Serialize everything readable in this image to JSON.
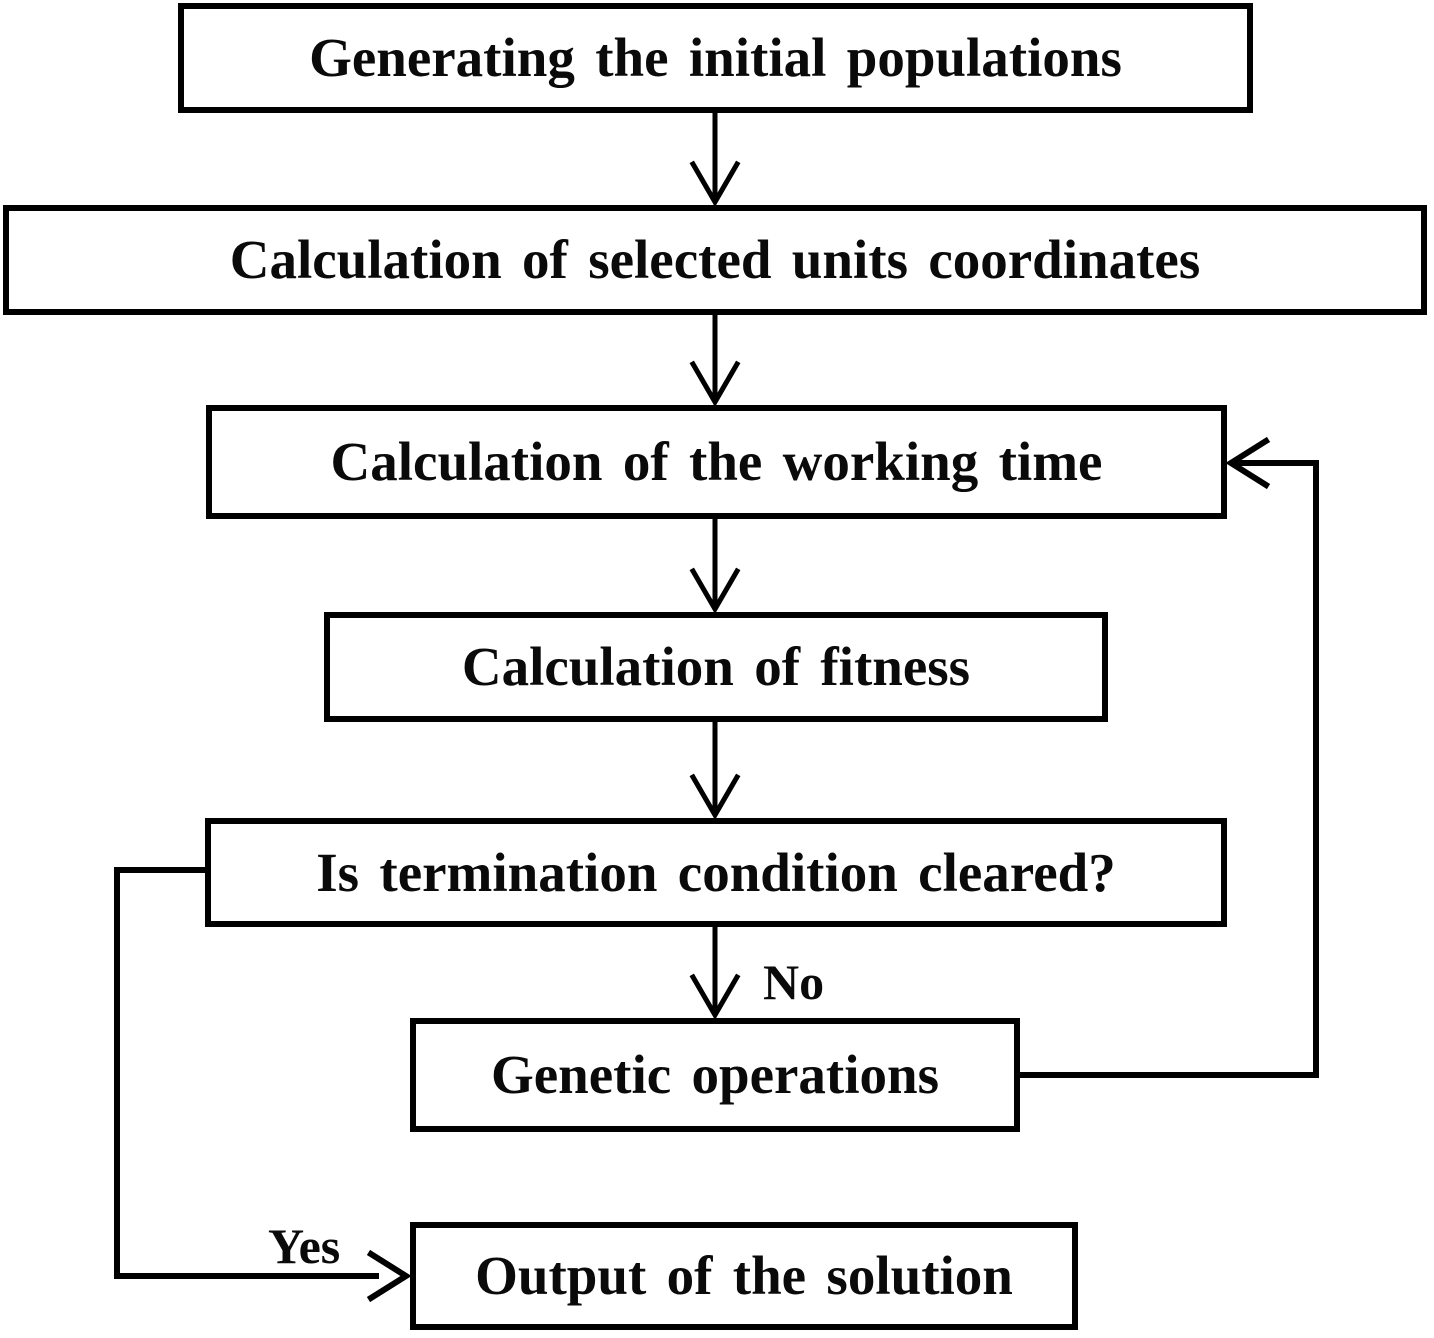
{
  "flowchart": {
    "nodes": [
      {
        "id": "generate-initial-populations",
        "label": "Generating the initial populations"
      },
      {
        "id": "calc-selected-units-coordinates",
        "label": "Calculation of selected units coordinates"
      },
      {
        "id": "calc-working-time",
        "label": "Calculation of the working time"
      },
      {
        "id": "calc-fitness",
        "label": "Calculation of fitness"
      },
      {
        "id": "termination-condition",
        "label": "Is termination condition cleared?"
      },
      {
        "id": "genetic-operations",
        "label": "Genetic operations"
      },
      {
        "id": "output-solution",
        "label": "Output of the solution"
      }
    ],
    "edge_labels": {
      "no": "No",
      "yes": "Yes"
    },
    "edges": [
      {
        "from": "generate-initial-populations",
        "to": "calc-selected-units-coordinates",
        "label": ""
      },
      {
        "from": "calc-selected-units-coordinates",
        "to": "calc-working-time",
        "label": ""
      },
      {
        "from": "calc-working-time",
        "to": "calc-fitness",
        "label": ""
      },
      {
        "from": "calc-fitness",
        "to": "termination-condition",
        "label": ""
      },
      {
        "from": "termination-condition",
        "to": "genetic-operations",
        "label": "No"
      },
      {
        "from": "genetic-operations",
        "to": "calc-working-time",
        "label": ""
      },
      {
        "from": "termination-condition",
        "to": "output-solution",
        "label": "Yes"
      }
    ],
    "colors": {
      "line": "#000000",
      "background": "#ffffff",
      "text": "#0a0a0a"
    }
  }
}
